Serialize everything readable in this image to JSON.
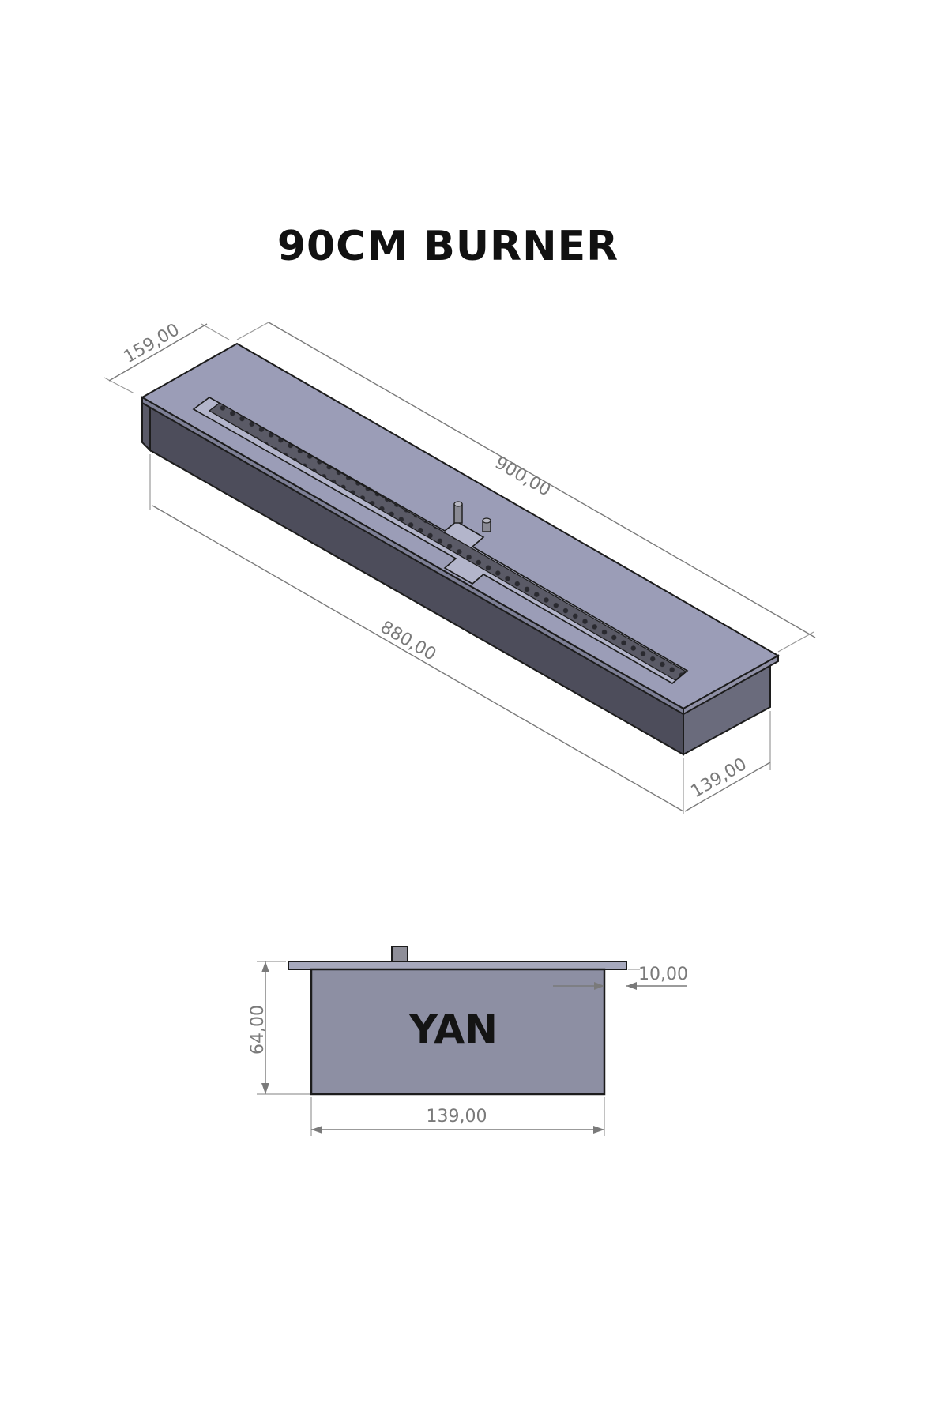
{
  "title": "90CM BURNER",
  "isometric_view": {
    "dimensions": {
      "width": "159,00",
      "top_length": "900,00",
      "body_length": "880,00",
      "body_width": "139,00"
    }
  },
  "side_view": {
    "label": "YAN",
    "dimensions": {
      "height": "64,00",
      "flange": "10,00",
      "width": "139,00"
    }
  },
  "colors": {
    "top_plate": "#9b9db7",
    "front_face": "#4a4a58",
    "side_face": "#6e6f80",
    "side_view_body": "#8d8fa3",
    "dimension": "#7a7a7a"
  }
}
